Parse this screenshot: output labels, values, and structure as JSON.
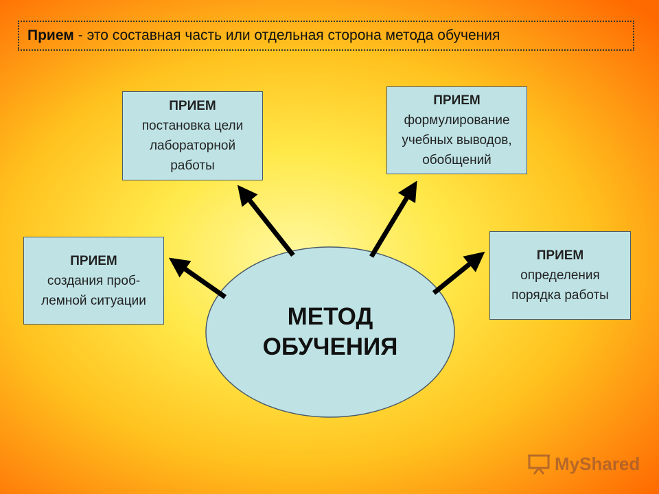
{
  "header": {
    "term": "Прием",
    "definition": "- это составная часть или отдельная сторона метода обучения"
  },
  "center": {
    "line1": "МЕТОД",
    "line2": "ОБУЧЕНИЯ"
  },
  "boxes": {
    "goal": {
      "head": "ПРИЕМ",
      "lines": [
        "постановка цели",
        "лабораторной",
        "работы"
      ]
    },
    "conclusions": {
      "head": "ПРИЕМ",
      "lines": [
        "формулирование",
        "учебных выводов,",
        "обобщений"
      ]
    },
    "problem": {
      "head": "ПРИЕМ",
      "lines": [
        "создания проб-",
        "лемной ситуации"
      ]
    },
    "order": {
      "head": "ПРИЕМ",
      "lines": [
        "определения",
        "порядка работы"
      ]
    }
  },
  "watermark": {
    "text": "MyShared"
  },
  "colors": {
    "box_fill": "#bfe3e5",
    "ellipse_fill": "#bfe3e5",
    "arrow": "#000000",
    "background_center": "#fff8a0",
    "background_edge": "#ff6a00"
  }
}
